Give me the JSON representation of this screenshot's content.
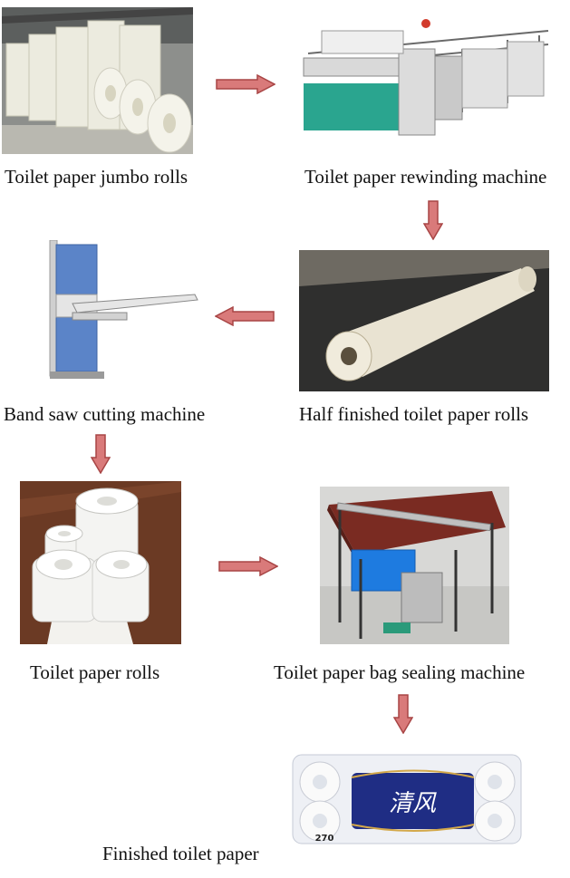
{
  "steps": [
    {
      "id": "jumbo",
      "caption": "Toilet paper jumbo rolls"
    },
    {
      "id": "rewinder",
      "caption": "Toilet paper rewinding machine"
    },
    {
      "id": "half",
      "caption": "Half finished toilet paper rolls"
    },
    {
      "id": "bandsaw",
      "caption": "Band saw cutting machine"
    },
    {
      "id": "rolls",
      "caption": "Toilet paper rolls"
    },
    {
      "id": "sealer",
      "caption": "Toilet paper bag sealing machine"
    },
    {
      "id": "finished",
      "caption": "Finished toilet paper"
    }
  ],
  "package": {
    "brand": "清风",
    "count": "270"
  },
  "colors": {
    "arrow_fill": "#d97a7a",
    "arrow_stroke": "#a84545",
    "machine_teal": "#2aa58f",
    "saw_blue": "#5b84c8"
  }
}
